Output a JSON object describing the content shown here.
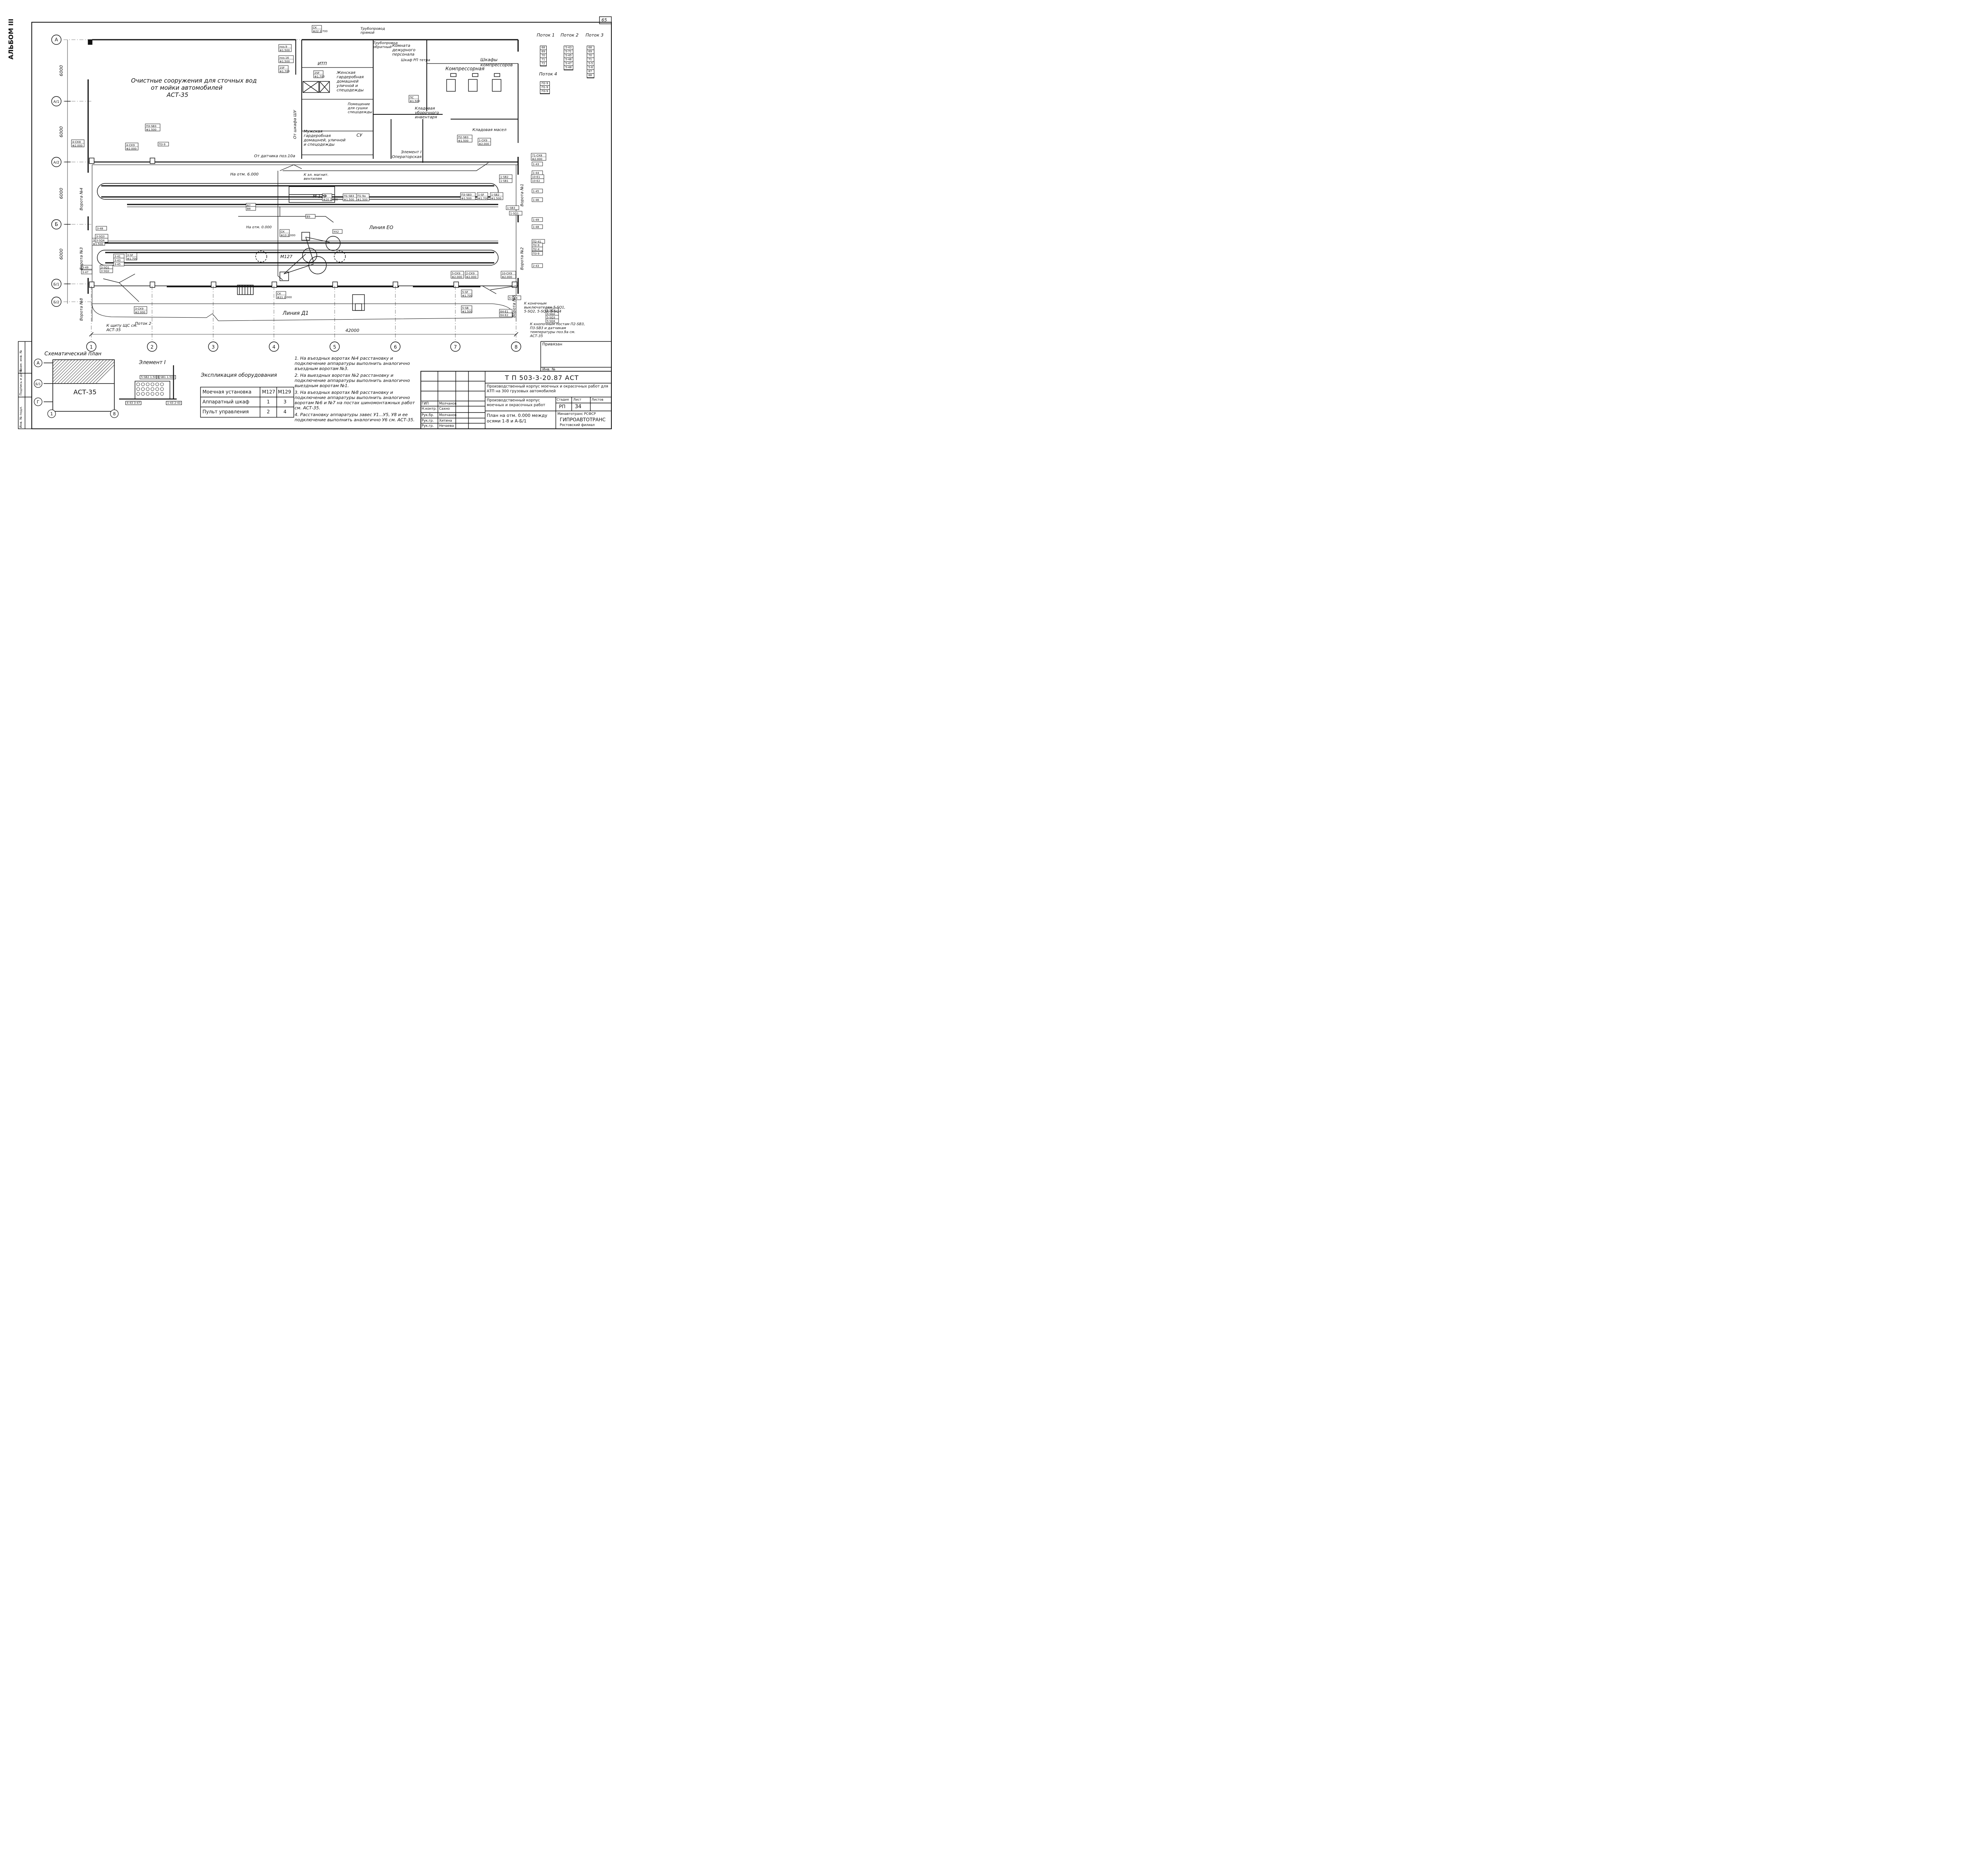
{
  "sheet": {
    "page_number": "65",
    "album_label": "АЛЬБОМ III",
    "title_main": "Очистные сооружения для сточных вод",
    "title_line2": "от мойки автомобилей",
    "title_line3": "АСТ-35"
  },
  "axes": {
    "rows": [
      "А",
      "А/1",
      "А/2",
      "Б",
      "Б/1",
      "Б/2"
    ],
    "cols": [
      "1",
      "2",
      "3",
      "4",
      "5",
      "6",
      "7",
      "8"
    ],
    "row_dims": [
      "6000",
      "6000",
      "6000",
      "6000"
    ],
    "overall_dim": "42000"
  },
  "rooms": {
    "itp": "ИТП",
    "pipe_supply": "Трубопровод прямой",
    "pipe_return": "Трубопровод обратный",
    "duty_room": "Комната дежурного персонала",
    "cabinet_rp": "Шкаф РП тетра",
    "women_wardrobe": "Женская гардеробная домашней уличной и спецодежды",
    "drying_room": "Помещение для сушки спецодежды",
    "su": "СУ",
    "cleaning_store": "Кладовая уборочного инвентаря",
    "compressor_cabinets": "Шкафы компрессоров",
    "compressor_room": "Компрессорная",
    "mens_wardrobe": "Мужская гардеробная домашней, уличной и спецодежды",
    "operator_room": "Операторская",
    "store_oils": "Кладовая масел",
    "element1_label": "Элемент I",
    "line_eo": "Линия ЕО",
    "line_d1": "Линия Д1",
    "m129": "М 129",
    "m127": "М127",
    "gate4": "Ворота №4",
    "gate3": "Ворота №3",
    "gate8": "Ворота №8",
    "gate1": "Ворота №1",
    "gate2": "Ворота №2",
    "gate5": "Ворота №5",
    "from_cabinet": "От шкафа ШУ",
    "from_sensor": "От датчика поз.10а",
    "at_6000": "На отм. 6.000",
    "at_0000": "На отм. 0.000",
    "solenoid": "К эл. магнит. вентилям",
    "to_panel": "К щиту ЩС см. АСТ-35",
    "flow2_label": "Поток 2",
    "limit_switches": "К конечным выключателям 5-SQ1, 5-SQ2, 5-SQ3, 5-SQ4",
    "to_posts": "К кнопочным постам П2-SB3, П3-SB3 и датчикам температуры поз.9а см. АСТ-35"
  },
  "flows": {
    "flow1": {
      "label": "Поток 1",
      "items": [
        "68",
        "69",
        "70",
        "71",
        "72"
      ]
    },
    "flow2": {
      "label": "Поток 2",
      "items": [
        "5-43",
        "5-71",
        "5-45",
        "5-46",
        "5-47",
        "5-48"
      ]
    },
    "flow3": {
      "label": "Поток 3",
      "items": [
        "68",
        "69",
        "70",
        "71",
        "5-5",
        "5-6",
        "87",
        "88"
      ]
    },
    "flow4": {
      "label": "Поток 4",
      "items": [
        "П2-9",
        "П1-9",
        "П3-9"
      ]
    }
  },
  "schematic": {
    "title": "Схематический план",
    "label": "АСТ-35",
    "rows": [
      "А",
      "Б/1",
      "Г"
    ],
    "cols": [
      "1",
      "8"
    ]
  },
  "element1": {
    "title": "Элемент I",
    "tags": [
      "5-SB2 1.500",
      "1-SB1 1.500",
      "4-43 3-47",
      "1-43 2-43"
    ]
  },
  "explication": {
    "title": "Экспликация оборудования",
    "header": [
      "Моечная установка",
      "М127",
      "М129"
    ],
    "rows": [
      [
        "Аппаратный шкаф",
        "1",
        "3"
      ],
      [
        "Пульт управления",
        "2",
        "4"
      ]
    ]
  },
  "notes": [
    "1. На въездных воротах №4 расстановку и подключение аппаратуры выполнить аналогично въездным воротам №3.",
    "2. На выездных воротах №2 расстановку и подключение аппаратуры выполнить аналогично выездным воротам №1.",
    "3. На въездных воротах №8 расстановку и подключение аппаратуры выполнить аналогично воротам №6 и №7 на постах шиномонтажных работ см. АСТ-35.",
    "4. Расстановку аппаратуры завес У1...У5, У8 и ее подключение выполнить аналогично У6 см. АСТ-35."
  ],
  "titleblock": {
    "binding": "Привязан",
    "inv_no": "Инв. №",
    "code": "Т П 503-3-20.87   АСТ",
    "project": "Производственный корпус моечных и окрасочных работ для АТП на 300 грузовых автомобилей",
    "building": "Производственный корпус моечных и окрасочных работ",
    "stage_h": "Стадия",
    "sheet_h": "Лист",
    "sheets_h": "Листов",
    "stage": "РП",
    "sheet": "34",
    "plan": "План на отм. 0.000 между осями 1-8 и А-Б/1",
    "org1": "Минавтотранс РСФСР",
    "org2": "ГИПРОАВТОТРАНС",
    "org3": "Ростовский филиал",
    "roles": [
      "ГИП",
      "Н.контр.",
      "Рук.бр.",
      "Рук.гр.",
      "Рук.гр."
    ],
    "names": [
      "Молчанов",
      "Сахно",
      "Молчанов",
      "Хитина",
      "Нечаева"
    ],
    "side_stamp": [
      "Инв. № подл.",
      "Подпись и дата",
      "Взам. инв. №"
    ]
  },
  "equipment_tags": [
    "СК 22 2.700",
    "поз.9 1.500",
    "поз.16 1.500",
    "1SF 1.700",
    "2SF 1.700",
    "ПС 1.500",
    "4-СК8 2.000",
    "4-СК9 2.000",
    "П3-SB3 1.500",
    "П3-9",
    "П2-SB3 1.500",
    "1-СК9 2.000",
    "1-SF 1.700",
    "1-SB2 1.500",
    "П3-SB3 1.500",
    "СК 20 2.000",
    "П1-SB3 1.500",
    "П1-9а 1.500",
    "СК 13 2.000",
    "СК 11 2.000",
    "3-SB2 1.500",
    "3-SF 1.700",
    "3-СК9 2.000",
    "5-СК9 2.000",
    "2-СК9 2.000",
    "10-СК9 2.000",
    "5-SF 1.700",
    "5-SB 1.500",
    "71-СК8 2.000",
    "1-SB2",
    "1-SB1",
    "1-43",
    "1-44",
    "1-45",
    "1-46",
    "П2-41",
    "П2-9",
    "П2-4",
    "П3-9",
    "2-43",
    "10-Е1",
    "10-Е2",
    "5-SQ1",
    "5-SQ2",
    "5-SQ3",
    "5-SQ4",
    "3-SQ3",
    "3-SQ4",
    "3-SQ1",
    "3-SQ2",
    "В7",
    "В8",
    "В9",
    "УА2",
    "5-СК8",
    "64-Е1",
    "64-Е2",
    "1-SB3",
    "1-SQ1",
    "1-49",
    "1-48",
    "3-49",
    "3-47",
    "3-48",
    "3-41",
    "3-43",
    "3-45"
  ]
}
